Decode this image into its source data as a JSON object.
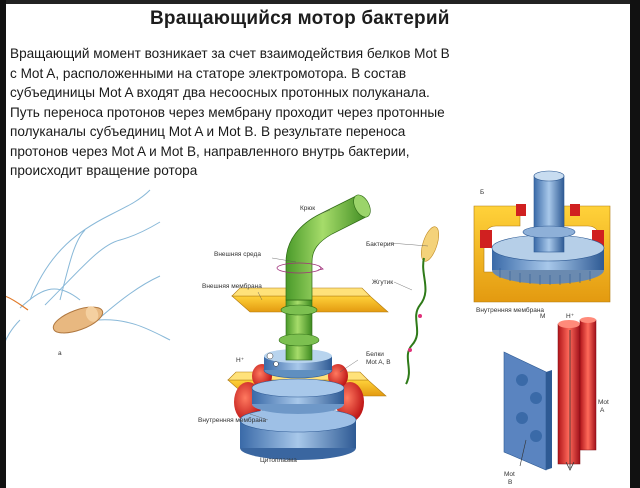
{
  "title": "Вращающийся мотор бактерий",
  "paragraph_lines": [
    "Вращающий момент возникает за счет взаимодействия белков Mot B",
    "с Mot A, расположенными на статоре электромотора. В состав",
    "субъединицы Mot A входят два несоосных протонных полуканала.",
    "Путь переноса протонов через мембрану проходит через протонные",
    "полуканалы субъединиц Mot A и Mot B. В результате переноса",
    "протонов через Mot A и Mot B, направленного внутрь бактерии,",
    "происходит вращение ротора"
  ],
  "labels": {
    "hook": "Крюк",
    "outer_env": "Внешняя среда",
    "outer_membrane": "Внешняя мембрана",
    "bacterium": "Бактерия",
    "flagellum": "Жгутик",
    "h_plus": "H⁺",
    "proteins_line1": "Белки",
    "proteins_line2": "Mot A, B",
    "inner_membrane": "Внутренняя мембрана",
    "cytoplasm": "Цитоплазма",
    "fig_b": "Б",
    "fig_a": "а",
    "inner_membrane_right": "Внутренняя мембрана",
    "m": "М",
    "h_plus_right": "H⁺",
    "mot_a_line1": "Mot",
    "mot_a_line2": "A",
    "mot_b_line1": "Mot",
    "mot_b_line2": "B"
  }
}
